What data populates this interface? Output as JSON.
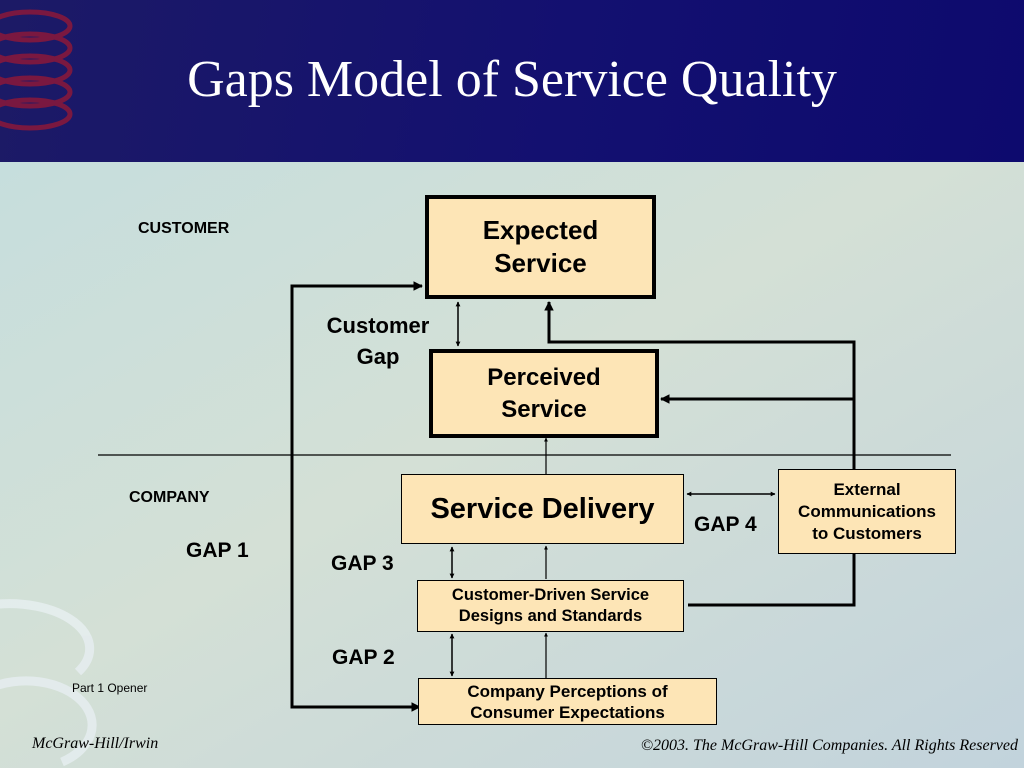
{
  "slide": {
    "title": "Gaps Model of Service Quality",
    "colors": {
      "header_bg": "#131070",
      "box_fill": "#fde5b6",
      "content_bg": "#d4e0d6"
    }
  },
  "diagram": {
    "zones": {
      "customer": "CUSTOMER",
      "company": "COMPANY"
    },
    "boxes": {
      "expected_service": {
        "line1": "Expected",
        "line2": "Service"
      },
      "perceived_service": {
        "line1": "Perceived",
        "line2": "Service"
      },
      "service_delivery": "Service Delivery",
      "external_communications": {
        "line1": "External",
        "line2": "Communications",
        "line3": "to Customers"
      },
      "service_designs": {
        "line1": "Customer-Driven Service",
        "line2": "Designs and Standards"
      },
      "company_perceptions": {
        "line1": "Company Perceptions of",
        "line2": "Consumer Expectations"
      }
    },
    "gaps": {
      "customer_gap": {
        "line1": "Customer",
        "line2": "Gap"
      },
      "gap1": "GAP 1",
      "gap2": "GAP 2",
      "gap3": "GAP 3",
      "gap4": "GAP 4"
    }
  },
  "footer": {
    "part_label": "Part 1 Opener",
    "publisher": "McGraw-Hill/Irwin",
    "copyright": "©2003. The McGraw-Hill Companies. All Rights Reserved"
  }
}
